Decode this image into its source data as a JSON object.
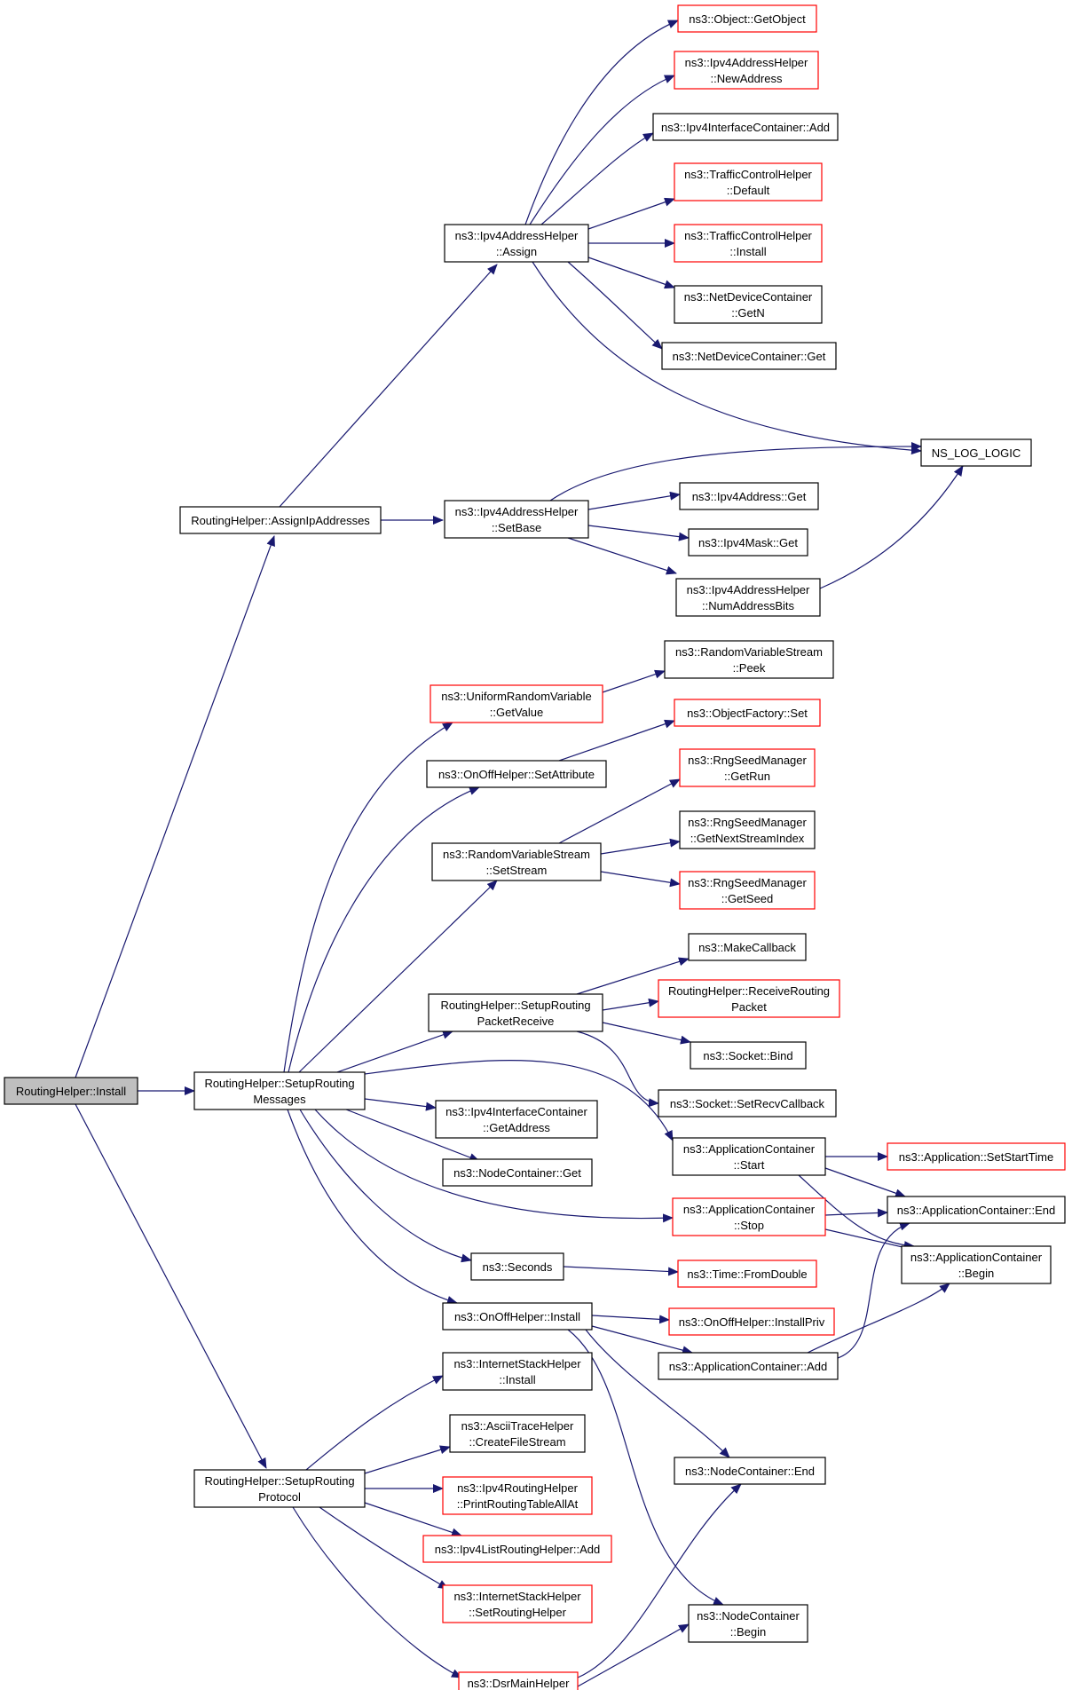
{
  "nodes": [
    {
      "id": "root",
      "lines": [
        "RoutingHelper::Install"
      ],
      "style": "root"
    },
    {
      "id": "assign_ip",
      "lines": [
        "RoutingHelper::AssignIpAddresses"
      ],
      "style": "black"
    },
    {
      "id": "setup_msgs",
      "lines": [
        "RoutingHelper::SetupRouting",
        "Messages"
      ],
      "style": "black"
    },
    {
      "id": "setup_proto",
      "lines": [
        "RoutingHelper::SetupRouting",
        "Protocol"
      ],
      "style": "black"
    },
    {
      "id": "ipv4_assign",
      "lines": [
        "ns3::Ipv4AddressHelper",
        "::Assign"
      ],
      "style": "black"
    },
    {
      "id": "ipv4_setbase",
      "lines": [
        "ns3::Ipv4AddressHelper",
        "::SetBase"
      ],
      "style": "black"
    },
    {
      "id": "get_object",
      "lines": [
        "ns3::Object::GetObject"
      ],
      "style": "red"
    },
    {
      "id": "new_address",
      "lines": [
        "ns3::Ipv4AddressHelper",
        "::NewAddress"
      ],
      "style": "red"
    },
    {
      "id": "iic_add",
      "lines": [
        "ns3::Ipv4InterfaceContainer::Add"
      ],
      "style": "black"
    },
    {
      "id": "tch_default",
      "lines": [
        "ns3::TrafficControlHelper",
        "::Default"
      ],
      "style": "red"
    },
    {
      "id": "tch_install",
      "lines": [
        "ns3::TrafficControlHelper",
        "::Install"
      ],
      "style": "red"
    },
    {
      "id": "ndc_getn",
      "lines": [
        "ns3::NetDeviceContainer",
        "::GetN"
      ],
      "style": "black"
    },
    {
      "id": "ndc_get",
      "lines": [
        "ns3::NetDeviceContainer::Get"
      ],
      "style": "black"
    },
    {
      "id": "ns_log_logic",
      "lines": [
        "NS_LOG_LOGIC"
      ],
      "style": "black"
    },
    {
      "id": "ipv4addr_get",
      "lines": [
        "ns3::Ipv4Address::Get"
      ],
      "style": "black"
    },
    {
      "id": "ipv4mask_get",
      "lines": [
        "ns3::Ipv4Mask::Get"
      ],
      "style": "black"
    },
    {
      "id": "num_addr_bits",
      "lines": [
        "ns3::Ipv4AddressHelper",
        "::NumAddressBits"
      ],
      "style": "black"
    },
    {
      "id": "uniform_getvalue",
      "lines": [
        "ns3::UniformRandomVariable",
        "::GetValue"
      ],
      "style": "red"
    },
    {
      "id": "rvs_peek",
      "lines": [
        "ns3::RandomVariableStream",
        "::Peek"
      ],
      "style": "black"
    },
    {
      "id": "onoff_setattr",
      "lines": [
        "ns3::OnOffHelper::SetAttribute"
      ],
      "style": "black"
    },
    {
      "id": "objfactory_set",
      "lines": [
        "ns3::ObjectFactory::Set"
      ],
      "style": "red"
    },
    {
      "id": "rvs_setstream",
      "lines": [
        "ns3::RandomVariableStream",
        "::SetStream"
      ],
      "style": "black"
    },
    {
      "id": "rsm_getrun",
      "lines": [
        "ns3::RngSeedManager",
        "::GetRun"
      ],
      "style": "red"
    },
    {
      "id": "rsm_getnext",
      "lines": [
        "ns3::RngSeedManager",
        "::GetNextStreamIndex"
      ],
      "style": "black"
    },
    {
      "id": "rsm_getseed",
      "lines": [
        "ns3::RngSeedManager",
        "::GetSeed"
      ],
      "style": "red"
    },
    {
      "id": "setup_recv",
      "lines": [
        "RoutingHelper::SetupRouting",
        "PacketReceive"
      ],
      "style": "black"
    },
    {
      "id": "make_callback",
      "lines": [
        "ns3::MakeCallback"
      ],
      "style": "black"
    },
    {
      "id": "recv_routing",
      "lines": [
        "RoutingHelper::ReceiveRouting",
        "Packet"
      ],
      "style": "red"
    },
    {
      "id": "socket_bind",
      "lines": [
        "ns3::Socket::Bind"
      ],
      "style": "black"
    },
    {
      "id": "socket_setrecv",
      "lines": [
        "ns3::Socket::SetRecvCallback"
      ],
      "style": "black"
    },
    {
      "id": "iic_getaddr",
      "lines": [
        "ns3::Ipv4InterfaceContainer",
        "::GetAddress"
      ],
      "style": "black"
    },
    {
      "id": "nc_get",
      "lines": [
        "ns3::NodeContainer::Get"
      ],
      "style": "black"
    },
    {
      "id": "ac_start",
      "lines": [
        "ns3::ApplicationContainer",
        "::Start"
      ],
      "style": "black"
    },
    {
      "id": "app_setstart",
      "lines": [
        "ns3::Application::SetStartTime"
      ],
      "style": "red"
    },
    {
      "id": "ac_stop",
      "lines": [
        "ns3::ApplicationContainer",
        "::Stop"
      ],
      "style": "red"
    },
    {
      "id": "ac_end",
      "lines": [
        "ns3::ApplicationContainer::End"
      ],
      "style": "black"
    },
    {
      "id": "ac_begin",
      "lines": [
        "ns3::ApplicationContainer",
        "::Begin"
      ],
      "style": "black"
    },
    {
      "id": "ns3_seconds",
      "lines": [
        "ns3::Seconds"
      ],
      "style": "black"
    },
    {
      "id": "time_fromdouble",
      "lines": [
        "ns3::Time::FromDouble"
      ],
      "style": "red"
    },
    {
      "id": "onoff_install",
      "lines": [
        "ns3::OnOffHelper::Install"
      ],
      "style": "black"
    },
    {
      "id": "onoff_installpriv",
      "lines": [
        "ns3::OnOffHelper::InstallPriv"
      ],
      "style": "red"
    },
    {
      "id": "ac_add",
      "lines": [
        "ns3::ApplicationContainer::Add"
      ],
      "style": "black"
    },
    {
      "id": "ish_install",
      "lines": [
        "ns3::InternetStackHelper",
        "::Install"
      ],
      "style": "black"
    },
    {
      "id": "ath_create",
      "lines": [
        "ns3::AsciiTraceHelper",
        "::CreateFileStream"
      ],
      "style": "black"
    },
    {
      "id": "irh_print",
      "lines": [
        "ns3::Ipv4RoutingHelper",
        "::PrintRoutingTableAllAt"
      ],
      "style": "red"
    },
    {
      "id": "ilrh_add",
      "lines": [
        "ns3::Ipv4ListRoutingHelper::Add"
      ],
      "style": "red"
    },
    {
      "id": "ish_setrouting",
      "lines": [
        "ns3::InternetStackHelper",
        "::SetRoutingHelper"
      ],
      "style": "red"
    },
    {
      "id": "dsr_install",
      "lines": [
        "ns3::DsrMainHelper",
        "::Install"
      ],
      "style": "red"
    },
    {
      "id": "nc_end",
      "lines": [
        "ns3::NodeContainer::End"
      ],
      "style": "black"
    },
    {
      "id": "nc_begin",
      "lines": [
        "ns3::NodeContainer",
        "::Begin"
      ],
      "style": "black"
    }
  ]
}
